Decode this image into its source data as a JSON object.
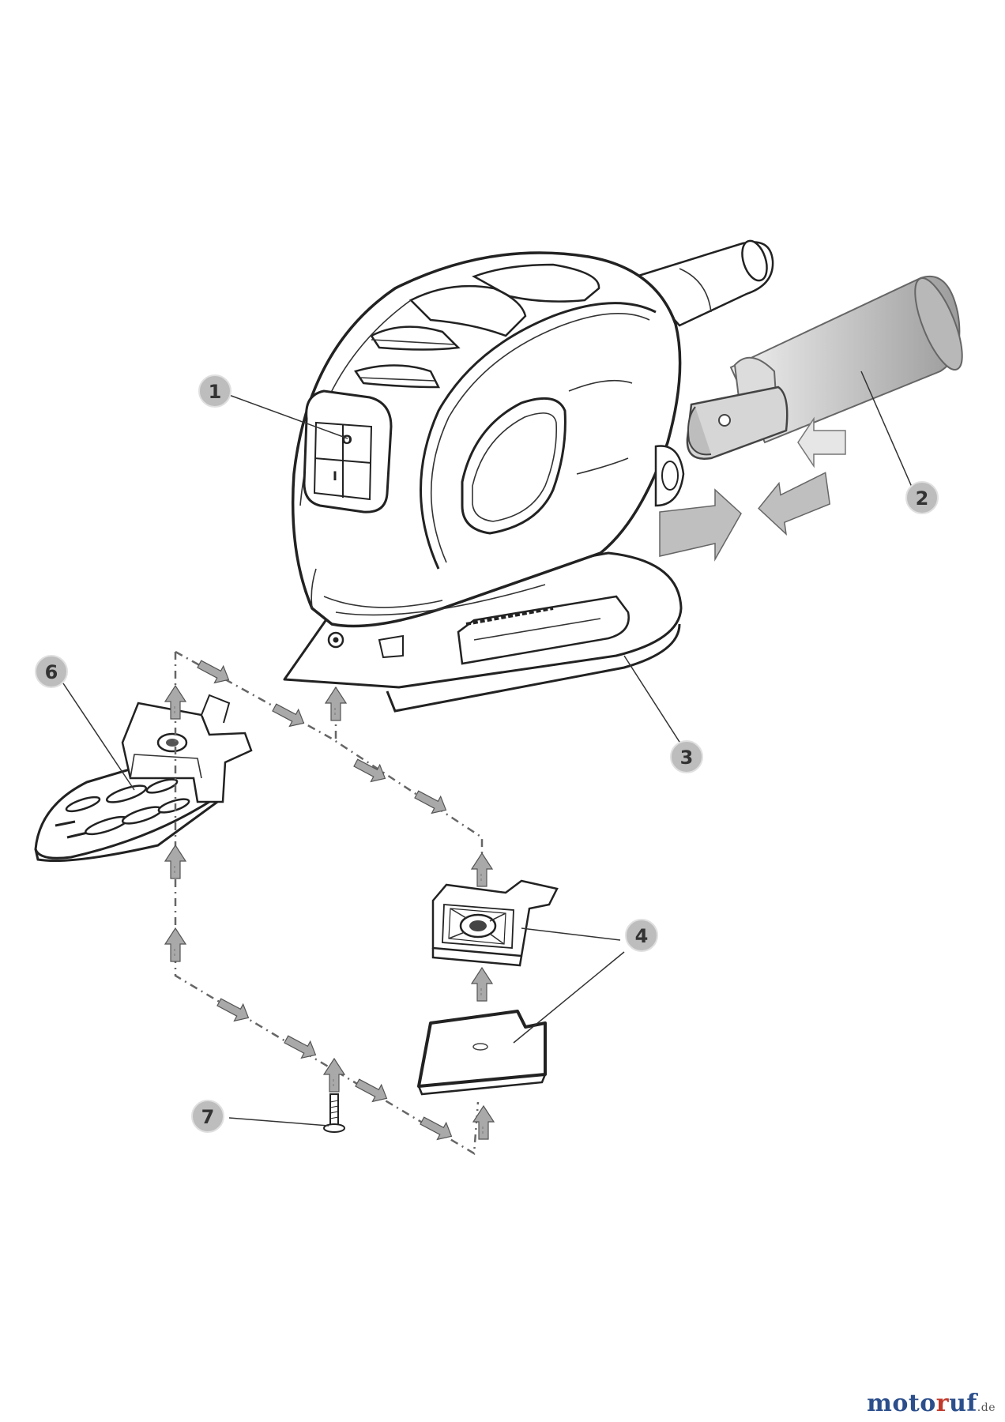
{
  "diagram": {
    "callouts": [
      "1",
      "2",
      "3",
      "4",
      "6",
      "7"
    ],
    "switch_symbols": {
      "off": "O",
      "on": "I"
    }
  },
  "watermark": {
    "part1": "moto",
    "part2": "r",
    "part3": "uf",
    "tld": ".de"
  },
  "colors": {
    "callout_fill": "#bdbdbd",
    "arrow_fill": "#a9a9a9",
    "line": "#222222"
  }
}
